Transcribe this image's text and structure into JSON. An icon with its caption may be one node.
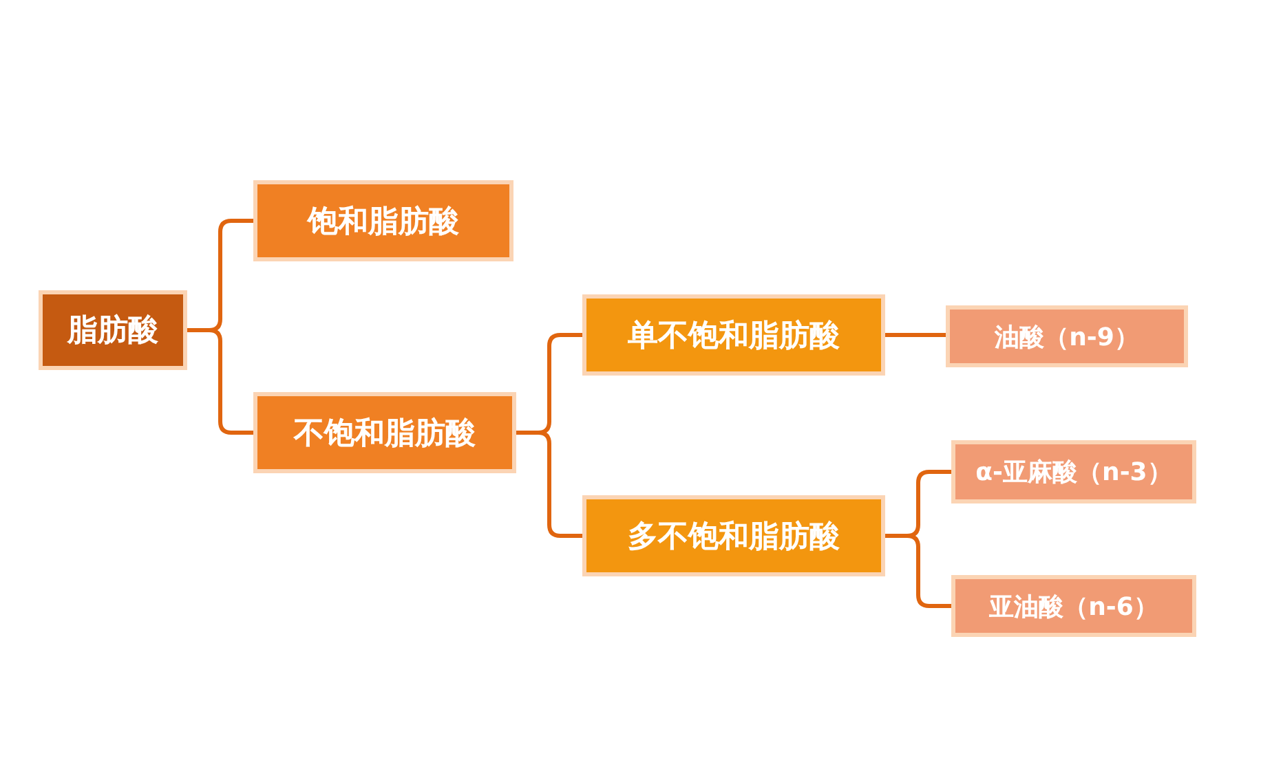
{
  "diagram": {
    "nodes": [
      {
        "text": [
          "脂肪酸"
        ]
      },
      {
        "text": [
          "饱和脂肪酸"
        ]
      },
      {
        "text": [
          "不饱和脂肪酸"
        ]
      },
      {
        "text": [
          "单不饱和脂肪酸"
        ]
      },
      {
        "text": [
          "多不饱和脂肪酸"
        ]
      },
      {
        "text": [
          "油酸（n-9）"
        ]
      },
      {
        "text": [
          "α-亚麻酸（n-3）"
        ]
      },
      {
        "text": [
          "亚油酸（n-6）"
        ]
      }
    ],
    "edges": [
      {
        "from": 0,
        "to": 1,
        "arrow": "none"
      },
      {
        "from": 0,
        "to": 2,
        "arrow": "none"
      },
      {
        "from": 2,
        "to": 3,
        "arrow": "none"
      },
      {
        "from": 2,
        "to": 4,
        "arrow": "none"
      },
      {
        "from": 3,
        "to": 5,
        "arrow": "none"
      },
      {
        "from": 4,
        "to": 6,
        "arrow": "none"
      },
      {
        "from": 4,
        "to": 7,
        "arrow": "none"
      }
    ]
  }
}
